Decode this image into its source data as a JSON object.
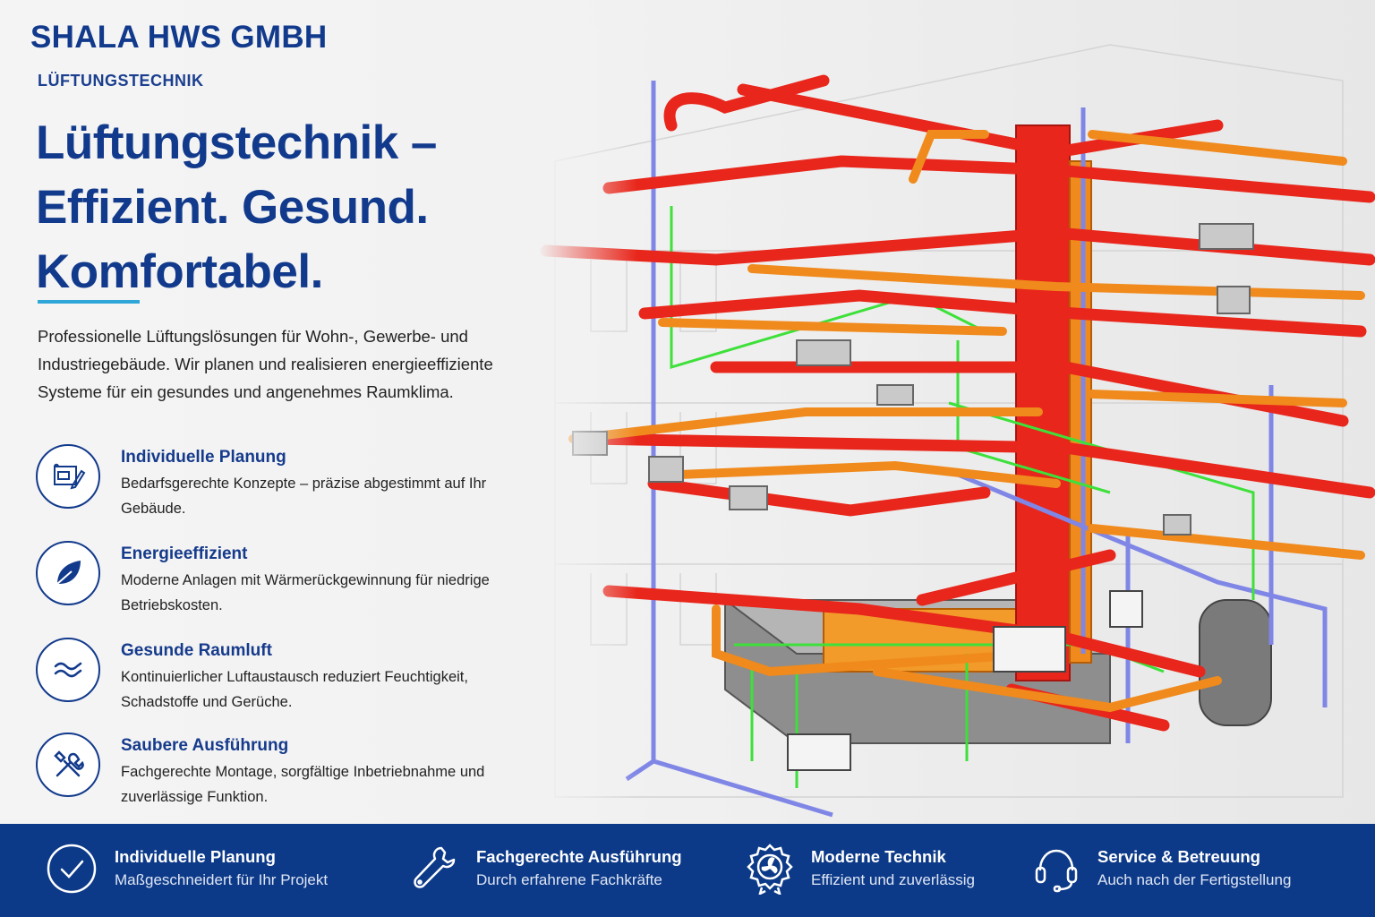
{
  "brand": "SHALA HWS GMBH",
  "eyebrow": "LÜFTUNGSTECHNIK",
  "headline": {
    "line1": "Lüftungstechnik –",
    "line2": "Effizient. Gesund.",
    "line3": "Komfortabel."
  },
  "intro": "Professionelle Lüftungslösungen für Wohn-, Gewerbe- und Industriegebäude. Wir planen und realisieren energieeffiziente Systeme für ein gesundes und angenehmes Raumklima.",
  "features": [
    {
      "icon": "blueprint-pencil-icon",
      "title": "Individuelle Planung",
      "desc": "Bedarfsgerechte Konzepte – präzise abgestimmt auf Ihr Gebäude."
    },
    {
      "icon": "leaf-icon",
      "title": "Energieeffizient",
      "desc": "Moderne Anlagen mit Wärmerückgewinnung für niedrige Betriebskosten."
    },
    {
      "icon": "air-waves-icon",
      "title": "Gesunde Raumluft",
      "desc": "Kontinuierlicher Luftaustausch reduziert Feuchtigkeit, Schadstoffe und Gerüche."
    },
    {
      "icon": "wrench-screwdriver-icon",
      "title": "Saubere Ausführung",
      "desc": "Fachgerechte Montage, sorgfältige Inbetriebnahme und zuverlässige Funktion."
    }
  ],
  "footer": [
    {
      "icon": "check-circle-icon",
      "title": "Individuelle Planung",
      "desc": "Maßgeschneidert für Ihr Projekt"
    },
    {
      "icon": "wrench-icon",
      "title": "Fachgerechte Ausführung",
      "desc": "Durch erfahrene Fachkräfte"
    },
    {
      "icon": "fan-badge-icon",
      "title": "Moderne Technik",
      "desc": "Effizient und zuverlässig"
    },
    {
      "icon": "headset-icon",
      "title": "Service & Betreuung",
      "desc": "Auch nach der Fertigstellung"
    }
  ],
  "colors": {
    "primary": "#123a8c",
    "accent": "#2fa6d8",
    "footer_bg": "#0d3a88",
    "duct_red": "#e8261b",
    "duct_orange": "#f08a1c",
    "pipe_green": "#3ee03a",
    "pipe_blue": "#7f86e6"
  }
}
